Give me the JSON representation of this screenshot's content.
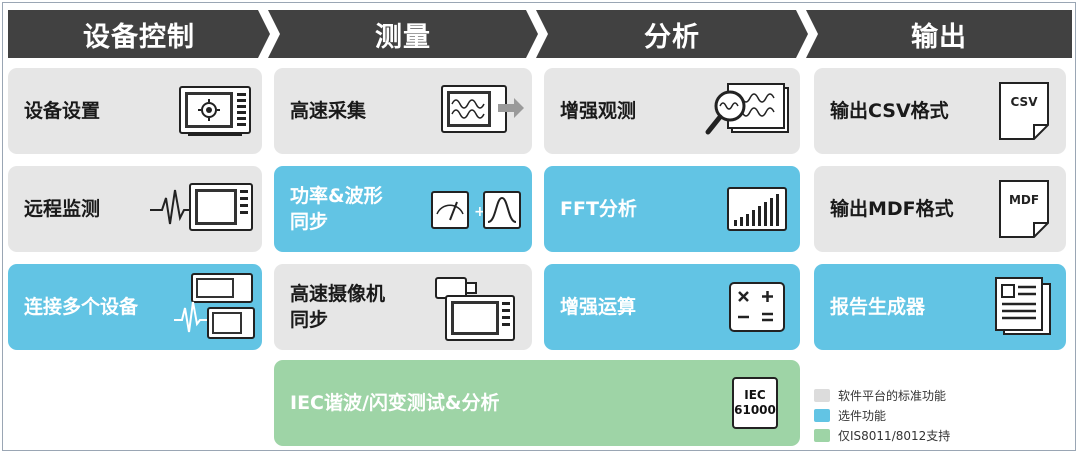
{
  "headers": [
    "设备控制",
    "测量",
    "分析",
    "输出"
  ],
  "cards": {
    "device_settings": "设备设置",
    "remote_monitor": "远程监测",
    "multi_device": "连接多个设备",
    "high_speed_acq": "高速采集",
    "power_wave_sync_1": "功率&波形",
    "power_wave_sync_2": "同步",
    "camera_sync_1": "高速摄像机",
    "camera_sync_2": "同步",
    "iec_harmonic": "IEC谐波/闪变测试&分析",
    "enhanced_observe": "增强观测",
    "fft": "FFT分析",
    "enhanced_calc": "增强运算",
    "csv_out": "输出CSV格式",
    "mdf_out": "输出MDF格式",
    "report_gen": "报告生成器"
  },
  "icon_text": {
    "csv": "CSV",
    "mdf": "MDF",
    "iec_1": "IEC",
    "iec_2": "61000"
  },
  "legend": [
    {
      "label": "软件平台的标准功能",
      "color": "#dcdcdc"
    },
    {
      "label": "选件功能",
      "color": "#62c4e4"
    },
    {
      "label": "仅IS8011/8012支持",
      "color": "#9ed4a6"
    }
  ],
  "colors": {
    "header": "#414141",
    "standard": "#e6e6e6",
    "option": "#62c4e4",
    "is8011": "#9ed4a6"
  }
}
